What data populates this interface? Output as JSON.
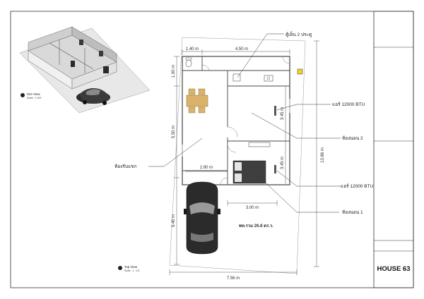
{
  "sheet": {
    "title": "HOUSE 63"
  },
  "views": {
    "iso": {
      "title": "ISO View",
      "scale": "Scale : 1:100"
    },
    "top": {
      "title": "Top View",
      "scale": "Scale : 1 : 1/4"
    }
  },
  "dimensions": {
    "top_left": "1.40 m",
    "top_mid": "4.50 m",
    "left_top": "1.90 m",
    "left_mid": "5.50 m",
    "left_low": "5.40 m",
    "inner_width": "2.90 m",
    "bedroom1_width": "3.00 m",
    "bedroom2_height": "3.45 m",
    "bedroom1_height": "3.45 m",
    "overall_height": "13.86 m",
    "overall_width": "7.56 m"
  },
  "labels": {
    "wardrobe": "ตู้เย็น 2 ประตู",
    "ac_top": "แอร์ 12000 BTU",
    "bedroom2": "ห้องนอน 2",
    "living_room": "ห้องรับแขก",
    "ac_bottom": "แอร์ 12000 BTU",
    "bedroom1": "ห้องนอน 1",
    "area_total": "พท.รวม 26.8 ตร.ว."
  }
}
